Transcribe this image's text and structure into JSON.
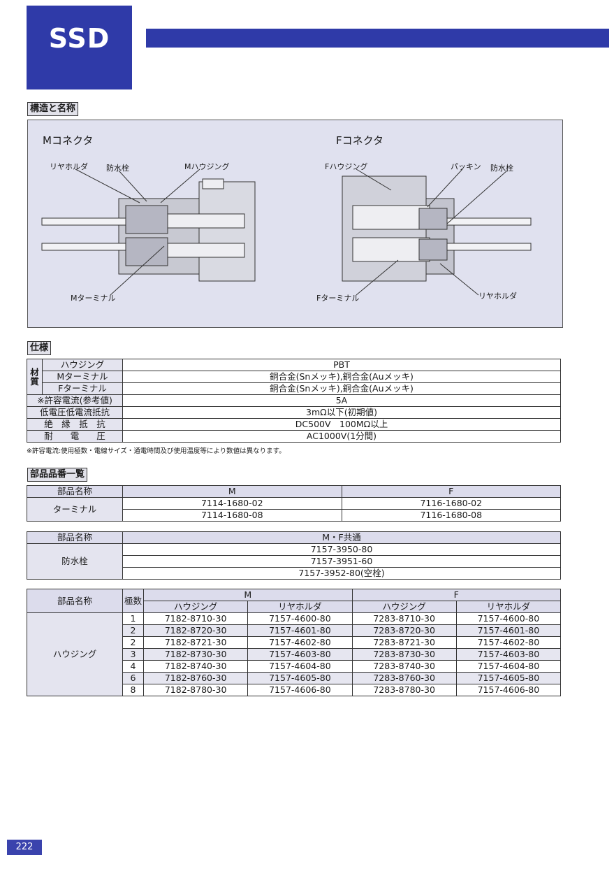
{
  "header": {
    "title": "SSD"
  },
  "sections": {
    "structure": "構造と名称",
    "spec": "仕様",
    "parts": "部品品番一覧"
  },
  "diagram": {
    "m_title": "Mコネクタ",
    "f_title": "Fコネクタ",
    "m_labels": {
      "rear_holder": "リヤホルダ",
      "plug": "防水栓",
      "housing": "Mハウジング",
      "terminal": "Mターミナル"
    },
    "f_labels": {
      "housing": "Fハウジング",
      "packing": "パッキン",
      "plug": "防水栓",
      "terminal": "Fターミナル",
      "rear_holder": "リヤホルダ"
    }
  },
  "spec": {
    "material_group": "材質",
    "rows": [
      {
        "label": "ハウジング",
        "value": "PBT"
      },
      {
        "label": "Mターミナル",
        "value": "銅合金(Snメッキ),銅合金(Auメッキ)"
      },
      {
        "label": "Fターミナル",
        "value": "銅合金(Snメッキ),銅合金(Auメッキ)"
      },
      {
        "label": "※許容電流(参考値)",
        "value": "5A"
      },
      {
        "label": "低電圧低電流抵抗",
        "value": "3mΩ以下(初期値)"
      },
      {
        "label": "絶　縁　抵　抗",
        "value": "DC500V　100MΩ以上"
      },
      {
        "label": "耐　　電　　圧",
        "value": "AC1000V(1分間)"
      }
    ],
    "note": "※許容電流:使用極数・電線サイズ・通電時間及び使用温度等により数値は異なります。"
  },
  "terminal_table": {
    "h_name": "部品名称",
    "h_m": "M",
    "h_f": "F",
    "label": "ターミナル",
    "m": [
      "7114-1680-02",
      "7114-1680-08"
    ],
    "f": [
      "7116-1680-02",
      "7116-1680-08"
    ]
  },
  "plug_table": {
    "h_name": "部品名称",
    "h_common": "M・F共通",
    "label": "防水栓",
    "values": [
      "7157-3950-80",
      "7157-3951-60",
      "7157-3952-80(空栓)"
    ]
  },
  "housing_table": {
    "h_name": "部品名称",
    "h_poles": "極数",
    "h_m": "M",
    "h_f": "F",
    "h_housing": "ハウジング",
    "h_holder": "リヤホルダ",
    "label": "ハウジング",
    "rows": [
      {
        "poles": "1",
        "m_housing": "7182-8710-30",
        "m_holder": "7157-4600-80",
        "f_housing": "7283-8710-30",
        "f_holder": "7157-4600-80"
      },
      {
        "poles": "2",
        "m_housing": "7182-8720-30",
        "m_holder": "7157-4601-80",
        "f_housing": "7283-8720-30",
        "f_holder": "7157-4601-80"
      },
      {
        "poles": "2",
        "m_housing": "7182-8721-30",
        "m_holder": "7157-4602-80",
        "f_housing": "7283-8721-30",
        "f_holder": "7157-4602-80"
      },
      {
        "poles": "3",
        "m_housing": "7182-8730-30",
        "m_holder": "7157-4603-80",
        "f_housing": "7283-8730-30",
        "f_holder": "7157-4603-80"
      },
      {
        "poles": "4",
        "m_housing": "7182-8740-30",
        "m_holder": "7157-4604-80",
        "f_housing": "7283-8740-30",
        "f_holder": "7157-4604-80"
      },
      {
        "poles": "6",
        "m_housing": "7182-8760-30",
        "m_holder": "7157-4605-80",
        "f_housing": "7283-8760-30",
        "f_holder": "7157-4605-80"
      },
      {
        "poles": "8",
        "m_housing": "7182-8780-30",
        "m_holder": "7157-4606-80",
        "f_housing": "7283-8780-30",
        "f_holder": "7157-4606-80"
      }
    ]
  },
  "footer": {
    "page": "222"
  }
}
